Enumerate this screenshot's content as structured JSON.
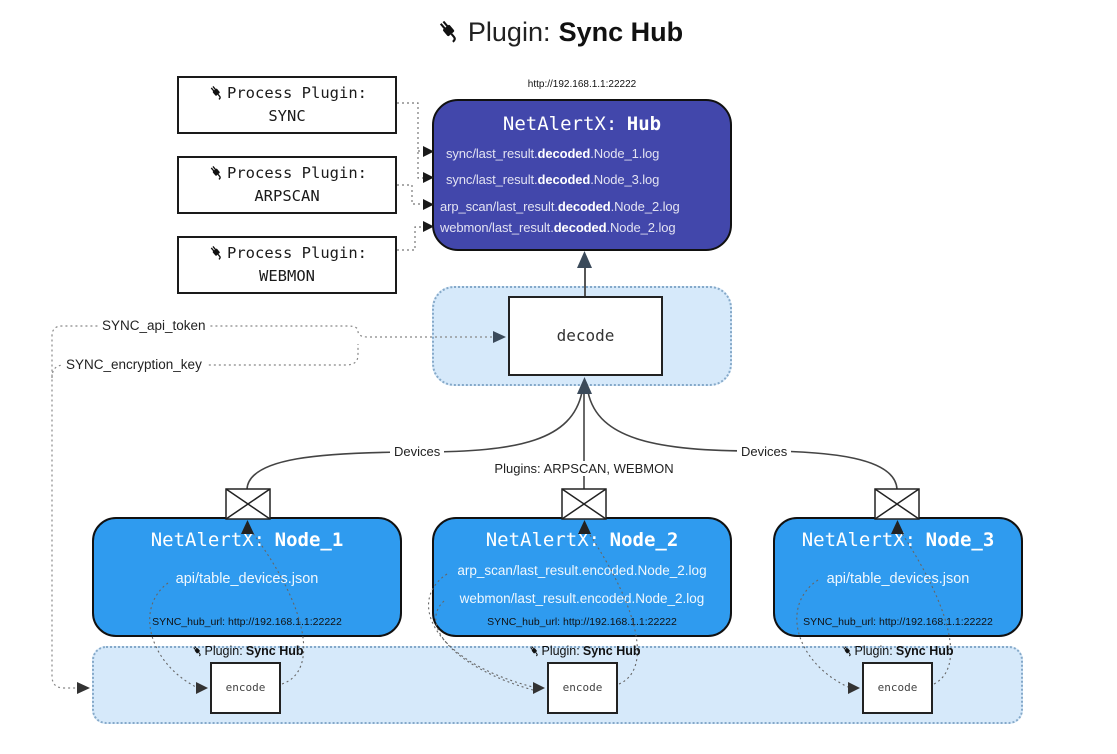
{
  "title": {
    "icon": "plug-icon",
    "prefix": "Plugin:",
    "name": "Sync Hub"
  },
  "process_plugins": [
    {
      "icon": "plug-icon",
      "label": "Process Plugin:",
      "name": "SYNC"
    },
    {
      "icon": "plug-icon",
      "label": "Process Plugin:",
      "name": "ARPSCAN"
    },
    {
      "icon": "plug-icon",
      "label": "Process Plugin:",
      "name": "WEBMON"
    }
  ],
  "hub": {
    "url": "http://192.168.1.1:22222",
    "title_prefix": "NetAlertX:",
    "title_name": "Hub",
    "logs": [
      {
        "pre": "sync/last_result.",
        "bold": "decoded",
        "post": ".Node_1.log"
      },
      {
        "pre": "sync/last_result.",
        "bold": "decoded",
        "post": ".Node_3.log"
      },
      {
        "pre": "arp_scan/last_result.",
        "bold": "decoded",
        "post": ".Node_2.log"
      },
      {
        "pre": "webmon/last_result.",
        "bold": "decoded",
        "post": ".Node_2.log"
      }
    ]
  },
  "decode_box": {
    "label": "decode"
  },
  "config_labels": {
    "api_token": "SYNC_api_token",
    "encryption_key": "SYNC_encryption_key"
  },
  "edge_labels": {
    "devices_left": "Devices",
    "plugins_middle": "Plugins: ARPSCAN, WEBMON",
    "devices_right": "Devices"
  },
  "nodes": [
    {
      "title_prefix": "NetAlertX:",
      "title_name": "Node_1",
      "files": [
        "api/table_devices.json"
      ],
      "hub_url": "SYNC_hub_url: http://192.168.1.1:22222"
    },
    {
      "title_prefix": "NetAlertX:",
      "title_name": "Node_2",
      "files": [
        "arp_scan/last_result.encoded.Node_2.log",
        "webmon/last_result.encoded.Node_2.log"
      ],
      "hub_url": "SYNC_hub_url: http://192.168.1.1:22222"
    },
    {
      "title_prefix": "NetAlertX:",
      "title_name": "Node_3",
      "files": [
        "api/table_devices.json"
      ],
      "hub_url": "SYNC_hub_url: http://192.168.1.1:22222"
    }
  ],
  "sync_plugin": {
    "icon": "plug-icon",
    "label_prefix": "Plugin:",
    "label_name": "Sync Hub",
    "box_label": "encode"
  },
  "colors": {
    "hub_fill": "#4247ab",
    "hub_text": "#e2e2f2",
    "node_fill": "#2f9bef",
    "panel_fill": "#d6e9fa",
    "panel_border": "#85a9c9",
    "edge": "#444444",
    "arrow_dark": "#3b4a5a",
    "ink": "#1a1a1a"
  }
}
